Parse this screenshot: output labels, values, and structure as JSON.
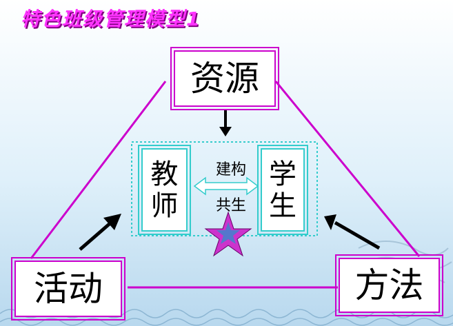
{
  "title": "特色班级管理模型1",
  "nodes": {
    "resources": "资源",
    "activities": "活动",
    "methods": "方法"
  },
  "center": {
    "teacher": "教师",
    "student": "学生",
    "label_top": "建构",
    "label_bottom": "共生"
  },
  "colors": {
    "magenta": "#cc00cc",
    "cyan": "#33cccc",
    "title": "#ff33ff",
    "star": "#cc33cc"
  },
  "icons": [
    "arrow-down-icon",
    "arrow-up-right-icon",
    "arrow-up-left-icon",
    "double-arrow-icon",
    "star-icon"
  ]
}
